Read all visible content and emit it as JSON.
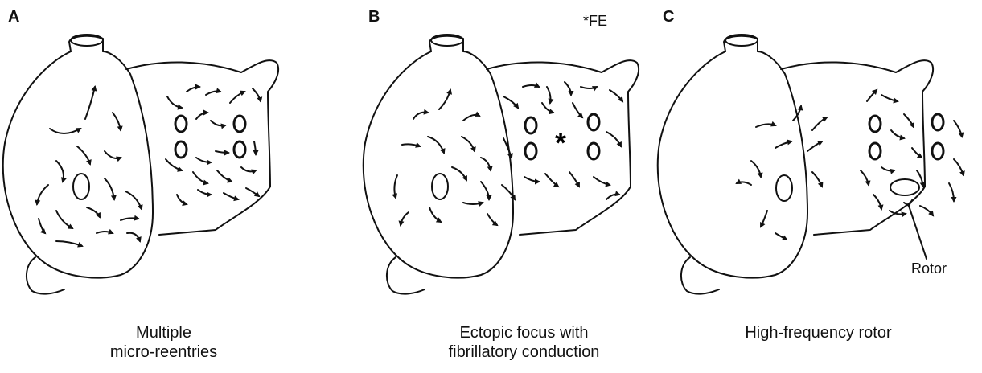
{
  "panels": [
    {
      "letter": "A",
      "caption_line1": "Multiple",
      "caption_line2": "micro-reentries"
    },
    {
      "letter": "B",
      "caption_line1": "Ectopic focus with",
      "caption_line2": "fibrillatory conduction",
      "fe_label": "*FE",
      "focus_symbol": "*"
    },
    {
      "letter": "C",
      "caption_line1": "High-frequency rotor",
      "caption_line2": "",
      "rotor_label": "Rotor"
    }
  ],
  "icons": {
    "arrow": "curved-arrow-icon",
    "vein": "pulmonary-vein-ostium-icon",
    "focus": "asterisk-icon"
  }
}
